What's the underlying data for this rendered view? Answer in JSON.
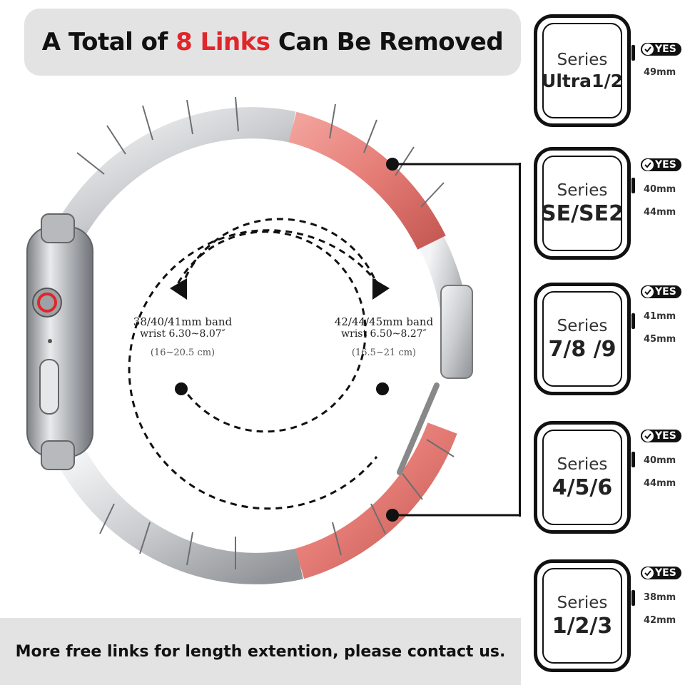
{
  "header": {
    "title_prefix": "A Total of ",
    "title_highlight": "8 Links",
    "title_suffix": " Can Be Removed",
    "highlight_color": "#e0262b"
  },
  "footer": {
    "text": "More free links for length extention, please contact us."
  },
  "band_options": [
    {
      "size": "38/40/41mm band",
      "wrist": "wrist 6.30~8.07″",
      "cm": "(16~20.5 cm)"
    },
    {
      "size": "42/44/45mm band",
      "wrist": "wrist 6.50~8.27″",
      "cm": "(16.5~21 cm)"
    }
  ],
  "compatibility": [
    {
      "series": "Series",
      "model": "Ultra1/2",
      "badge": "YES",
      "sizes": [
        "49mm"
      ]
    },
    {
      "series": "Series",
      "model": "SE/SE2",
      "badge": "YES",
      "sizes": [
        "40mm",
        "44mm"
      ]
    },
    {
      "series": "Series",
      "model": "7/8 /9",
      "badge": "YES",
      "sizes": [
        "41mm",
        "45mm"
      ]
    },
    {
      "series": "Series",
      "model": "4/5/6",
      "badge": "YES",
      "sizes": [
        "40mm",
        "44mm"
      ]
    },
    {
      "series": "Series",
      "model": "1/2/3",
      "badge": "YES",
      "sizes": [
        "38mm",
        "42mm"
      ]
    }
  ],
  "colors": {
    "silver_link": "#d9dadc",
    "rose_link": "#e8847f",
    "banner_bg": "#e3e3e3",
    "watch_body": "#b8babd",
    "digital_crown_ring": "#e0262b"
  },
  "icons": [
    "check-circle-icon",
    "dashed-arrow-icon",
    "digital-crown-icon"
  ]
}
